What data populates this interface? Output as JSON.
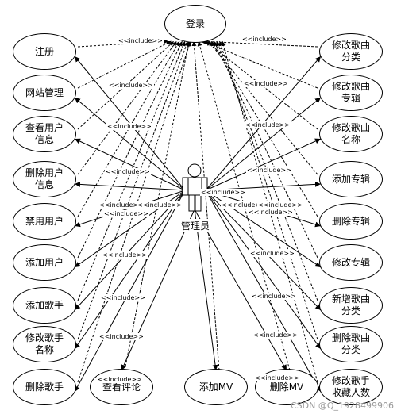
{
  "login": "登录",
  "actor": "管理员",
  "include_label": "<<include>>",
  "left_use_cases": [
    {
      "id": "register",
      "label": "注册"
    },
    {
      "id": "site-manage",
      "label": "网站管理"
    },
    {
      "id": "view-user-info",
      "label": "查看用户\n信息"
    },
    {
      "id": "delete-user-info",
      "label": "删除用户\n信息"
    },
    {
      "id": "ban-user",
      "label": "禁用用户"
    },
    {
      "id": "add-user",
      "label": "添加用户"
    },
    {
      "id": "add-singer",
      "label": "添加歌手"
    },
    {
      "id": "edit-singer-name",
      "label": "修改歌手\n名称"
    },
    {
      "id": "delete-singer",
      "label": "删除歌手"
    }
  ],
  "right_use_cases": [
    {
      "id": "edit-song-category",
      "label": "修改歌曲\n分类"
    },
    {
      "id": "edit-song-album",
      "label": "修改歌曲\n专辑"
    },
    {
      "id": "edit-song-name",
      "label": "修改歌曲\n名称"
    },
    {
      "id": "add-album",
      "label": "添加专辑"
    },
    {
      "id": "delete-album",
      "label": "删除专辑"
    },
    {
      "id": "edit-album",
      "label": "修改专辑"
    },
    {
      "id": "add-song-category",
      "label": "新增歌曲\n分类"
    },
    {
      "id": "delete-song-category",
      "label": "删除歌曲\n分类"
    },
    {
      "id": "edit-singer-favorites",
      "label": "修改歌手\n收藏人数"
    }
  ],
  "bottom_use_cases": [
    {
      "id": "view-comments",
      "label": "查看评论"
    },
    {
      "id": "add-mv",
      "label": "添加MV"
    },
    {
      "id": "delete-mv",
      "label": "删除MV"
    }
  ],
  "watermark": "CSDN @Q_1928499906"
}
